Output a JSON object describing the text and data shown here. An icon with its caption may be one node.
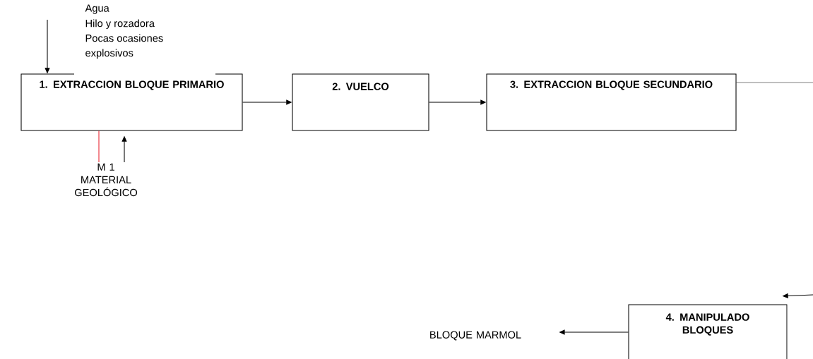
{
  "diagram": {
    "nodes": [
      {
        "text": [
          "1. EXTRACCION BLOQUE PRIMARIO"
        ]
      },
      {
        "text": [
          "2. VUELCO"
        ]
      },
      {
        "text": [
          "3. EXTRACCION BLOQUE SECUNDARIO"
        ]
      },
      {
        "text": [
          "4. MANIPULADO BLOQUES"
        ]
      },
      {
        "text": [
          "BLOQUE MARMOL"
        ]
      },
      {
        "text": [
          "M 1 MATERIAL GEOLÓGICO"
        ]
      }
    ],
    "edges": [
      {
        "from": null,
        "to": 0,
        "arrow": "to"
      },
      {
        "from": 0,
        "to": 1,
        "arrow": "to"
      },
      {
        "from": 1,
        "to": 2,
        "arrow": "to"
      },
      {
        "from": 2,
        "to": null,
        "arrow": "none"
      },
      {
        "from": null,
        "to": 3,
        "arrow": "to"
      },
      {
        "from": 3,
        "to": 4,
        "arrow": "to"
      },
      {
        "from": 0,
        "to": 5,
        "arrow": "none",
        "color": "#e8202a"
      },
      {
        "from": 5,
        "to": 0,
        "arrow": "to"
      }
    ],
    "labels": [
      "Agua",
      "Hilo y rozadora",
      "Pocas ocasiones",
      "explosivos"
    ]
  }
}
